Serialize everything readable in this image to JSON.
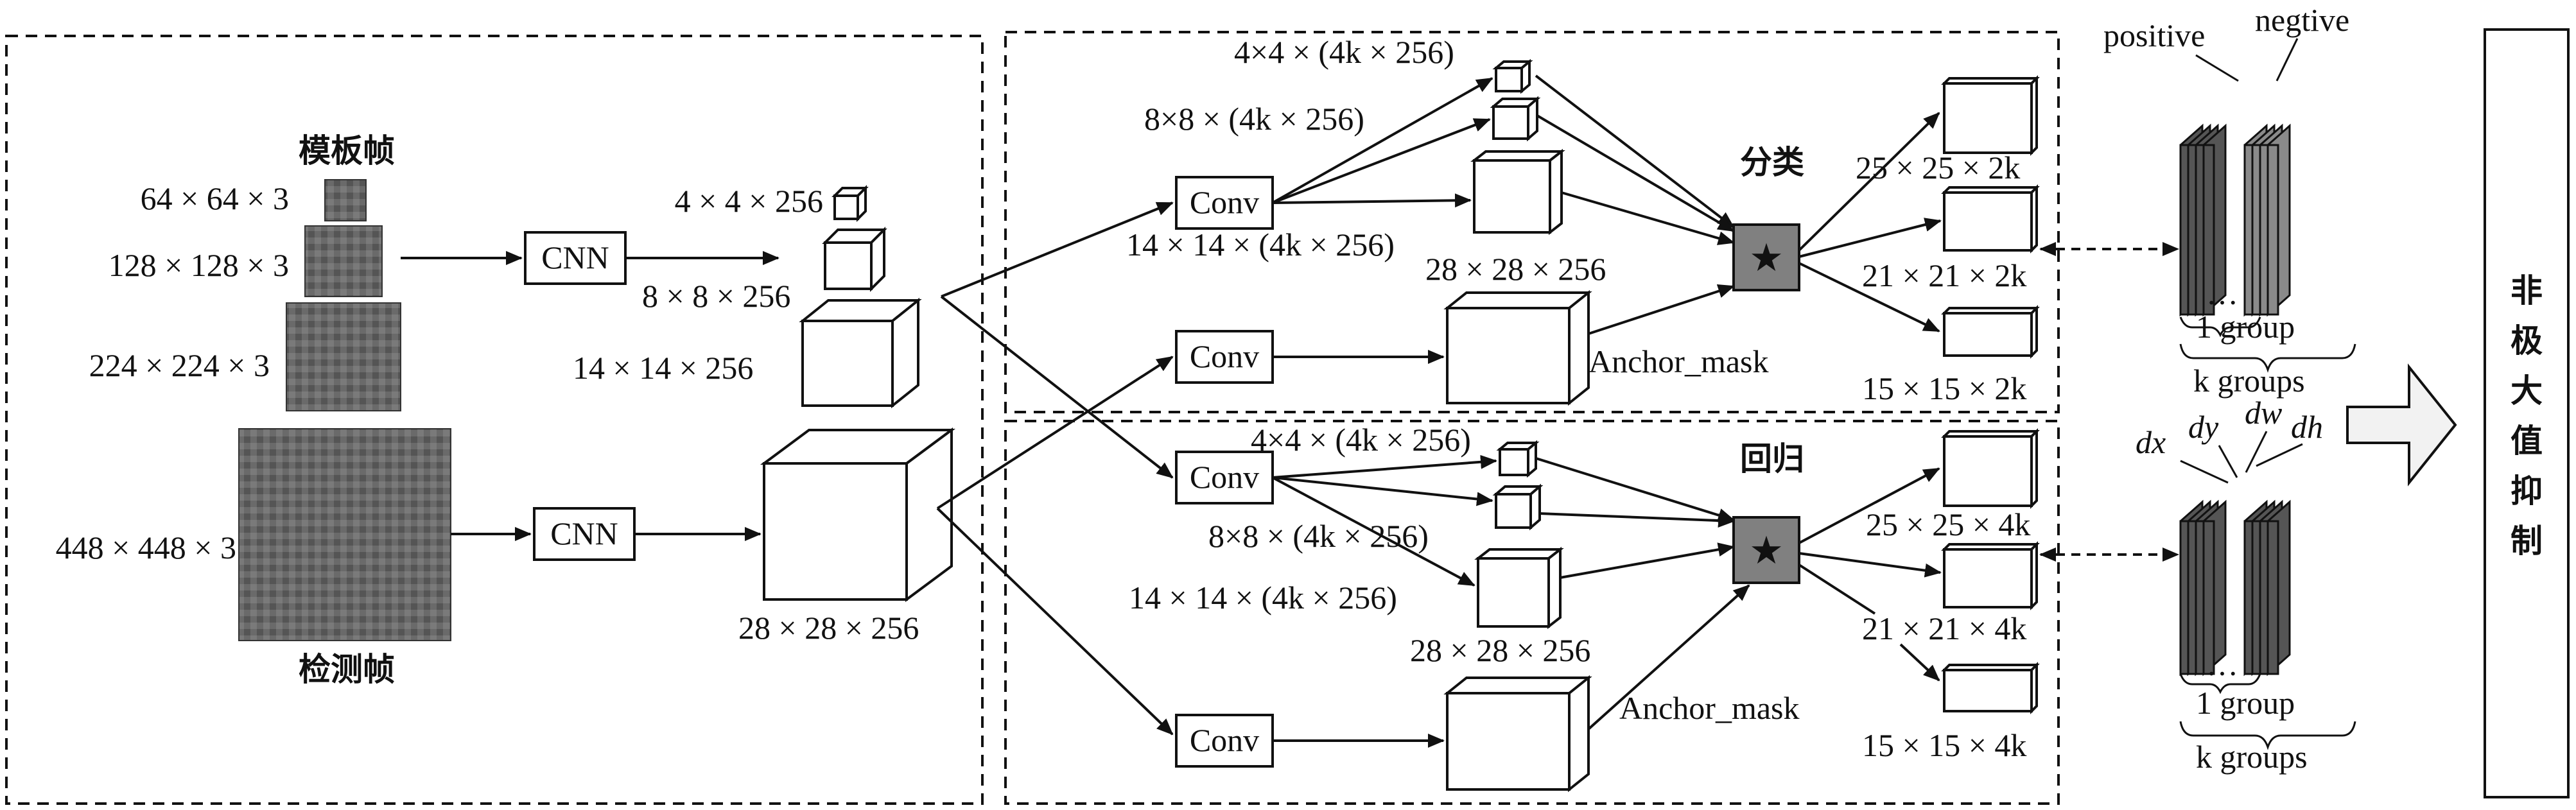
{
  "template": {
    "title": "模板帧",
    "sizes": [
      "64 × 64 × 3",
      "128 × 128 × 3",
      "224 × 224 × 3"
    ]
  },
  "detect": {
    "title": "检测帧",
    "size": "448 × 448 × 3"
  },
  "cnn_label": "CNN",
  "conv_label": "Conv",
  "template_features": [
    "4 × 4 × 256",
    "8 × 8 × 256",
    "14 × 14 × 256"
  ],
  "detect_feature": "28 × 28 × 256",
  "cls": {
    "title": "分类",
    "kernels": [
      "4×4 × (4k × 256)",
      "8×8 × (4k × 256)",
      "14 × 14 × (4k × 256)"
    ],
    "feature": "28 × 28 × 256",
    "mask": "Anchor_mask",
    "outputs": [
      "25 × 25 × 2k",
      "21 × 21 × 2k",
      "15 × 15 × 2k"
    ]
  },
  "reg": {
    "title": "回归",
    "kernels": [
      "4×4 × (4k × 256)",
      "8×8 × (4k × 256)",
      "14 × 14 × (4k × 256)"
    ],
    "feature": "28 × 28 × 256",
    "mask": "Anchor_mask",
    "outputs": [
      "25 × 25 × 4k",
      "21 × 21 × 4k",
      "15 × 15 × 4k"
    ]
  },
  "cls_stack": {
    "positive": "positive",
    "negative": "negtive",
    "group": "1 group",
    "groups": "k groups"
  },
  "reg_stack": {
    "dx": "dx",
    "dy": "dy",
    "dw": "dw",
    "dh": "dh",
    "group": "1 group",
    "groups": "k groups"
  },
  "nms": {
    "label": "非极大值抑制"
  },
  "star_icon": "★",
  "colors": {
    "fusion": "#808080",
    "layer_dark": "#555555",
    "layer_mid": "#8a8a8a"
  }
}
